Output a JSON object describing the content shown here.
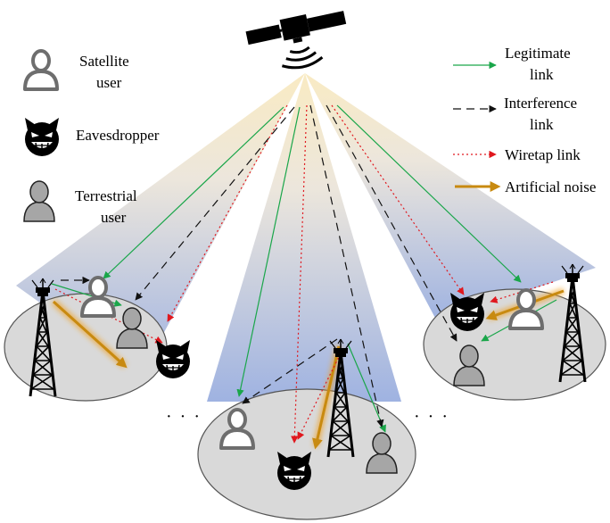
{
  "legend": {
    "satellite_user_line1": "Satellite",
    "satellite_user_line2": "user",
    "eavesdropper": "Eavesdropper",
    "terrestrial_user_line1": "Terrestrial",
    "terrestrial_user_line2": "user",
    "legitimate_line1": "Legitimate",
    "legitimate_line2": "link",
    "interference_line1": "Interference",
    "interference_line2": "link",
    "wiretap": "Wiretap link",
    "artificial_noise": "Artificial noise"
  },
  "ellipsis": "· · ·",
  "colors": {
    "legitimate": "#1aa64a",
    "interference": "#111111",
    "wiretap": "#e0181e",
    "noise": "#c88a10",
    "cell": "#d9d9d9",
    "beam": "#8ea5dc"
  },
  "icons": [
    "satellite-icon",
    "satellite-user-icon",
    "eavesdropper-icon",
    "terrestrial-user-icon",
    "base-station-tower-icon"
  ]
}
